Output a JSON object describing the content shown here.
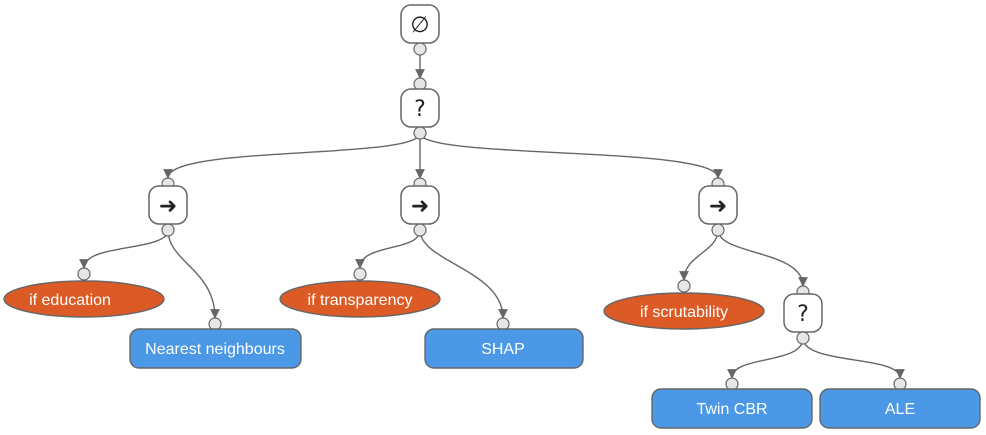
{
  "diagram": {
    "root_symbol": "∅",
    "selector_symbol": "?",
    "sequence_symbol": "➜",
    "branches": [
      {
        "condition": "if education",
        "action": "Nearest neighbours"
      },
      {
        "condition": "if transparency",
        "action": "SHAP"
      },
      {
        "condition": "if scrutability",
        "actions": [
          "Twin CBR",
          "ALE"
        ]
      }
    ]
  },
  "colors": {
    "condition_fill": "#dc5a25",
    "action_fill": "#4a98e6",
    "control_fill": "#ffffff",
    "edge": "#666666"
  }
}
